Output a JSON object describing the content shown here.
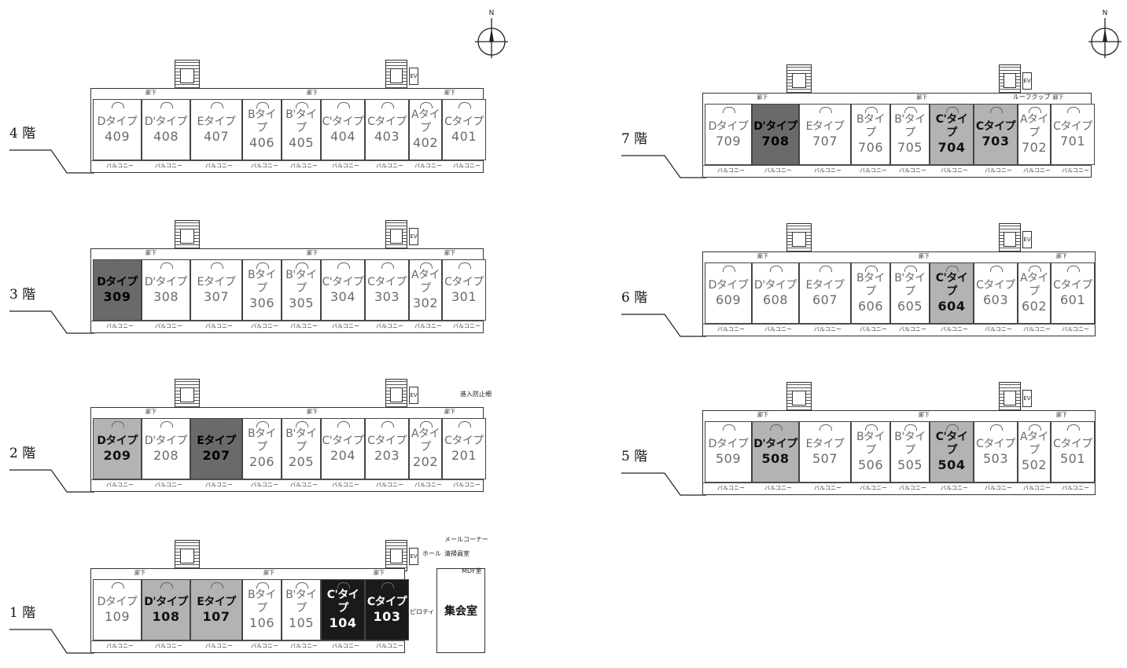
{
  "compass": {
    "label": "N"
  },
  "corridor_label": "廊下",
  "balcony_label": "バルコニー",
  "elevator_label": "EV",
  "floors": [
    {
      "id": "4",
      "label": "4 階",
      "units": [
        {
          "type": "Dタイプ",
          "number": "409",
          "shade": "w"
        },
        {
          "type": "D'タイプ",
          "number": "408",
          "shade": "w"
        },
        {
          "type": "Eタイプ",
          "number": "407",
          "shade": "w"
        },
        {
          "type": "Bタイプ",
          "number": "406",
          "shade": "w"
        },
        {
          "type": "B'タイプ",
          "number": "405",
          "shade": "w"
        },
        {
          "type": "C'タイプ",
          "number": "404",
          "shade": "w"
        },
        {
          "type": "Cタイプ",
          "number": "403",
          "shade": "w"
        },
        {
          "type": "Aタイプ",
          "number": "402",
          "shade": "w"
        },
        {
          "type": "Cタイプ",
          "number": "401",
          "shade": "w"
        }
      ]
    },
    {
      "id": "3",
      "label": "3 階",
      "units": [
        {
          "type": "Dタイプ",
          "number": "309",
          "shade": "m"
        },
        {
          "type": "D'タイプ",
          "number": "308",
          "shade": "w"
        },
        {
          "type": "Eタイプ",
          "number": "307",
          "shade": "w"
        },
        {
          "type": "Bタイプ",
          "number": "306",
          "shade": "w"
        },
        {
          "type": "B'タイプ",
          "number": "305",
          "shade": "w"
        },
        {
          "type": "C'タイプ",
          "number": "304",
          "shade": "w"
        },
        {
          "type": "Cタイプ",
          "number": "303",
          "shade": "w"
        },
        {
          "type": "Aタイプ",
          "number": "302",
          "shade": "w"
        },
        {
          "type": "Cタイプ",
          "number": "301",
          "shade": "w"
        }
      ]
    },
    {
      "id": "2",
      "label": "2 階",
      "extra": "進入防止柵",
      "units": [
        {
          "type": "Dタイプ",
          "number": "209",
          "shade": "l"
        },
        {
          "type": "D'タイプ",
          "number": "208",
          "shade": "w"
        },
        {
          "type": "Eタイプ",
          "number": "207",
          "shade": "m"
        },
        {
          "type": "Bタイプ",
          "number": "206",
          "shade": "w"
        },
        {
          "type": "B'タイプ",
          "number": "205",
          "shade": "w"
        },
        {
          "type": "C'タイプ",
          "number": "204",
          "shade": "w"
        },
        {
          "type": "Cタイプ",
          "number": "203",
          "shade": "w"
        },
        {
          "type": "Aタイプ",
          "number": "202",
          "shade": "w"
        },
        {
          "type": "Cタイプ",
          "number": "201",
          "shade": "w"
        }
      ]
    },
    {
      "id": "1",
      "label": "1 階",
      "units": [
        {
          "type": "Dタイプ",
          "number": "109",
          "shade": "w"
        },
        {
          "type": "D'タイプ",
          "number": "108",
          "shade": "l"
        },
        {
          "type": "Eタイプ",
          "number": "107",
          "shade": "l"
        },
        {
          "type": "Bタイプ",
          "number": "106",
          "shade": "w"
        },
        {
          "type": "B'タイプ",
          "number": "105",
          "shade": "w"
        },
        {
          "type": "C'タイプ",
          "number": "104",
          "shade": "k"
        },
        {
          "type": "Cタイプ",
          "number": "103",
          "shade": "k"
        }
      ],
      "piloti_label": "ピロティ",
      "hall_label": "集会室",
      "entrance_label": "ホール",
      "mail_label": "メール\nコーナー",
      "cleaning_label": "清掃員室",
      "mdf_label": "MDF室"
    },
    {
      "id": "7",
      "label": "7 階",
      "extra": "ルーフクップ",
      "units": [
        {
          "type": "Dタイプ",
          "number": "709",
          "shade": "w"
        },
        {
          "type": "D'タイプ",
          "number": "708",
          "shade": "m"
        },
        {
          "type": "Eタイプ",
          "number": "707",
          "shade": "w"
        },
        {
          "type": "Bタイプ",
          "number": "706",
          "shade": "w"
        },
        {
          "type": "B'タイプ",
          "number": "705",
          "shade": "w"
        },
        {
          "type": "C'タイプ",
          "number": "704",
          "shade": "l"
        },
        {
          "type": "Cタイプ",
          "number": "703",
          "shade": "l"
        },
        {
          "type": "Aタイプ",
          "number": "702",
          "shade": "w"
        },
        {
          "type": "Cタイプ",
          "number": "701",
          "shade": "w"
        }
      ]
    },
    {
      "id": "6",
      "label": "6 階",
      "units": [
        {
          "type": "Dタイプ",
          "number": "609",
          "shade": "w"
        },
        {
          "type": "D'タイプ",
          "number": "608",
          "shade": "w"
        },
        {
          "type": "Eタイプ",
          "number": "607",
          "shade": "w"
        },
        {
          "type": "Bタイプ",
          "number": "606",
          "shade": "w"
        },
        {
          "type": "B'タイプ",
          "number": "605",
          "shade": "w"
        },
        {
          "type": "C'タイプ",
          "number": "604",
          "shade": "l"
        },
        {
          "type": "Cタイプ",
          "number": "603",
          "shade": "w"
        },
        {
          "type": "Aタイプ",
          "number": "602",
          "shade": "w"
        },
        {
          "type": "Cタイプ",
          "number": "601",
          "shade": "w"
        }
      ]
    },
    {
      "id": "5",
      "label": "5 階",
      "units": [
        {
          "type": "Dタイプ",
          "number": "509",
          "shade": "w"
        },
        {
          "type": "D'タイプ",
          "number": "508",
          "shade": "l"
        },
        {
          "type": "Eタイプ",
          "number": "507",
          "shade": "w"
        },
        {
          "type": "Bタイプ",
          "number": "506",
          "shade": "w"
        },
        {
          "type": "B'タイプ",
          "number": "505",
          "shade": "w"
        },
        {
          "type": "C'タイプ",
          "number": "504",
          "shade": "l"
        },
        {
          "type": "Cタイプ",
          "number": "503",
          "shade": "w"
        },
        {
          "type": "Aタイプ",
          "number": "502",
          "shade": "w"
        },
        {
          "type": "Cタイプ",
          "number": "501",
          "shade": "w"
        }
      ]
    }
  ]
}
